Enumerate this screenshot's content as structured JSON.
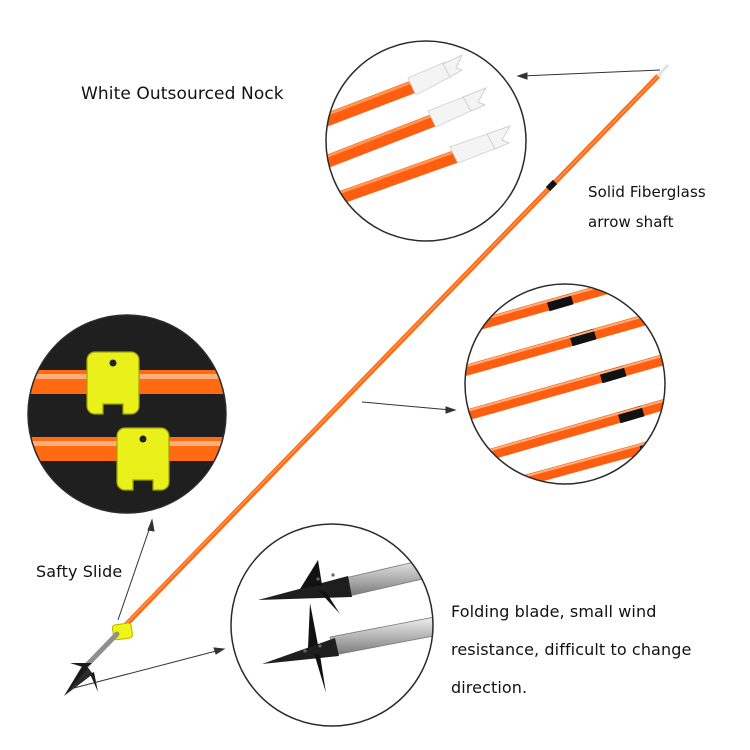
{
  "callouts": {
    "nock": "White Outsourced Nock",
    "shaft": [
      "Solid Fiberglass",
      "arrow shaft"
    ],
    "slide": "Safty Slide",
    "blade": [
      "Folding blade, small wind",
      "resistance, difficult to change",
      "direction."
    ]
  },
  "colors": {
    "shaft_orange": "#ff6a13",
    "nock_white": "#f4f4f4",
    "slide_yellow": "#f0f514",
    "tip_black": "#1a1a1a",
    "detail_background": "#222222",
    "circle_border": "#2b2b2b"
  },
  "objects": {
    "main_arrow": "orange fiberglass arrow with white nock, yellow safety slide and black folding-blade tip",
    "detail_nocks": "three orange shafts with white nocks",
    "detail_shafts": "five orange shafts with black bands",
    "detail_slides": "two orange shafts with yellow slides on dark background",
    "detail_tips": "two steel shafts with black barbed tips"
  }
}
